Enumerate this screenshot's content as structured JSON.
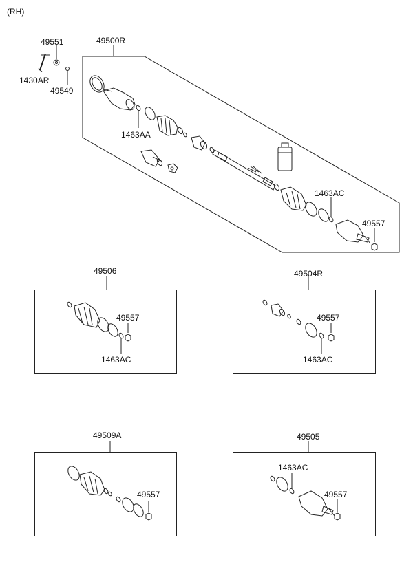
{
  "side": "(RH)",
  "labels": {
    "p49551": "49551",
    "p1430AR": "1430AR",
    "p49549": "49549",
    "p49500R": "49500R",
    "p1463AA": "1463AA",
    "p1463AC_main": "1463AC",
    "p49557_main": "49557",
    "p49506": "49506",
    "p49557_a": "49557",
    "p1463AC_a": "1463AC",
    "p49504R": "49504R",
    "p49557_b": "49557",
    "p1463AC_b": "1463AC",
    "p49509A": "49509A",
    "p49557_c": "49557",
    "p49505": "49505",
    "p1463AC_d": "1463AC",
    "p49557_d": "49557"
  }
}
